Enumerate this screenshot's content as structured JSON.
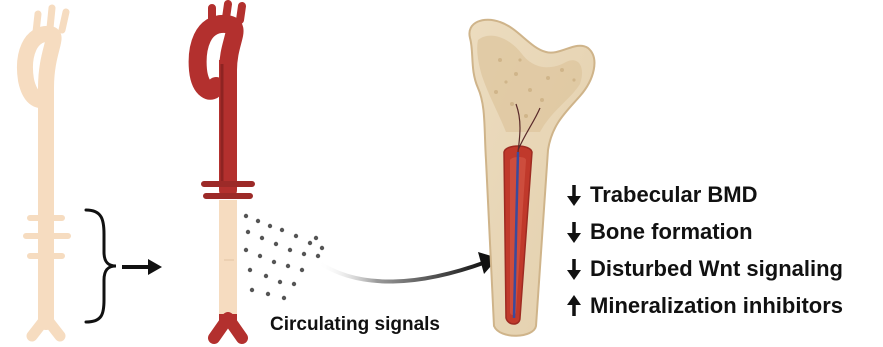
{
  "colors": {
    "aorta_faded": "#f6dcc0",
    "aorta_red": "#b3302e",
    "aorta_red_dark": "#7e1b1c",
    "bone_outer": "#e8d6b8",
    "bone_trabecular": "#dbc29c",
    "marrow_red": "#c0392b",
    "vessel_blue": "#3b4a9c",
    "arrow": "#111111"
  },
  "labels": {
    "circulating_signals": "Circulating signals"
  },
  "effects": [
    {
      "direction": "down",
      "text": "Trabecular BMD"
    },
    {
      "direction": "down",
      "text": "Bone formation"
    },
    {
      "direction": "down",
      "text": "Disturbed Wnt signaling"
    },
    {
      "direction": "up",
      "text": "Mineralization inhibitors"
    }
  ]
}
